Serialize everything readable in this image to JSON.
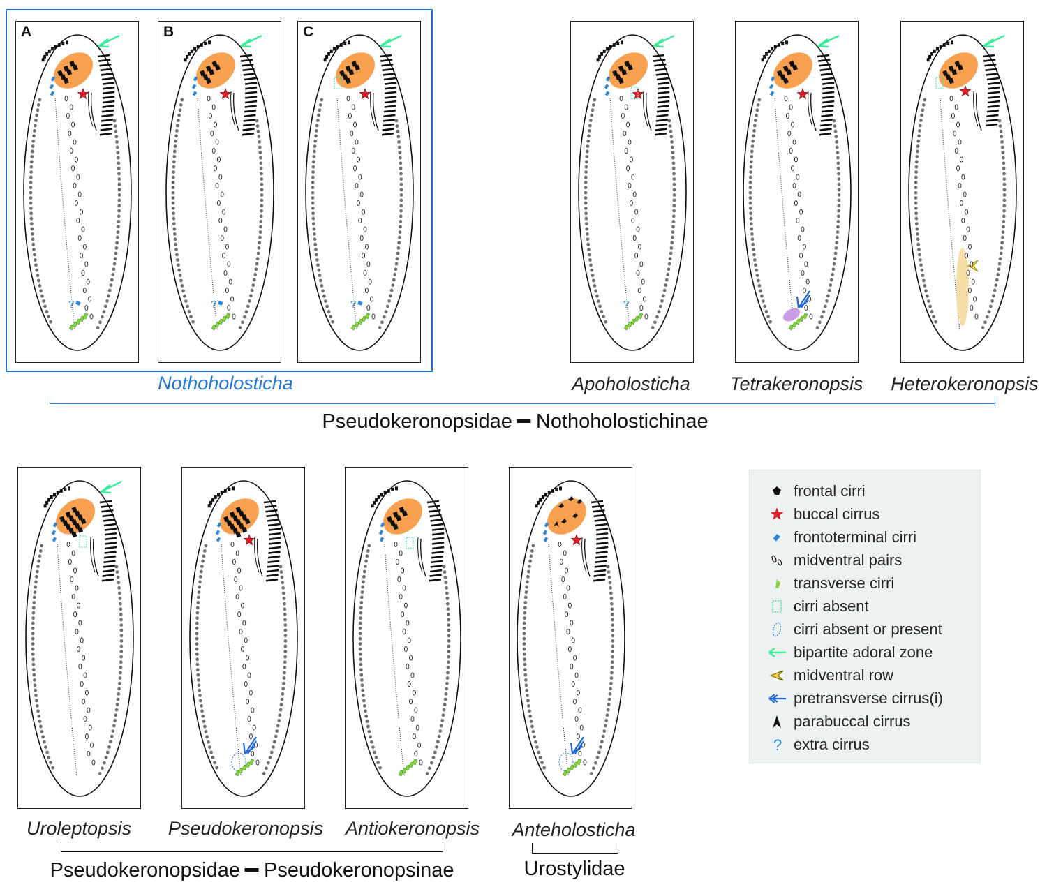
{
  "panels": [
    {
      "id": "A",
      "letter": "A",
      "variant": "A"
    },
    {
      "id": "B",
      "letter": "B",
      "variant": "B"
    },
    {
      "id": "C",
      "letter": "C",
      "variant": "C"
    },
    {
      "id": "apoholosticha",
      "letter": "",
      "variant": "apoholosticha"
    },
    {
      "id": "tetrakeronopsis",
      "letter": "",
      "variant": "tetrakeronopsis"
    },
    {
      "id": "heterokeronopsis",
      "letter": "",
      "variant": "heterokeronopsis"
    },
    {
      "id": "uroleptopsis",
      "letter": "",
      "variant": "uroleptopsis"
    },
    {
      "id": "pseudokeronopsis",
      "letter": "",
      "variant": "pseudokeronopsis"
    },
    {
      "id": "antiokeronopsis",
      "letter": "",
      "variant": "antiokeronopsis"
    },
    {
      "id": "anteholosticha",
      "letter": "",
      "variant": "anteholosticha"
    }
  ],
  "genera": {
    "nothoholosticha": "Nothoholosticha",
    "apoholosticha": "Apoholosticha",
    "tetrakeronopsis": "Tetrakeronopsis",
    "heterokeronopsis": "Heterokeronopsis",
    "uroleptopsis": "Uroleptopsis",
    "pseudokeronopsis": "Pseudokeronopsis",
    "antiokeronopsis": "Antiokeronopsis",
    "anteholosticha": "Anteholosticha"
  },
  "taxa": {
    "top_family": "Pseudokeronopsidae",
    "top_subfamily": "Nothoholostichinae",
    "bottom_family": "Pseudokeronopsidae",
    "bottom_subfamily": "Pseudokeronopsinae",
    "urostylidae": "Urostylidae"
  },
  "legend": [
    {
      "icon": "frontal-cirri-icon",
      "label": "frontal cirri"
    },
    {
      "icon": "buccal-cirrus-star-icon",
      "label": "buccal cirrus"
    },
    {
      "icon": "frontoterminal-cirri-icon",
      "label": "frontoterminal cirri"
    },
    {
      "icon": "midventral-pairs-icon",
      "label": "midventral pairs"
    },
    {
      "icon": "transverse-cirri-icon",
      "label": "transverse cirri"
    },
    {
      "icon": "cirri-absent-box-icon",
      "label": "cirri absent"
    },
    {
      "icon": "cirri-absent-or-present-ellipse-icon",
      "label": "cirri absent or present"
    },
    {
      "icon": "green-arrow-icon",
      "label": "bipartite adoral zone"
    },
    {
      "icon": "yellow-arrowhead-icon",
      "label": "midventral row"
    },
    {
      "icon": "blue-double-arrow-icon",
      "label": "pretransverse cirrus(i)"
    },
    {
      "icon": "parabuccal-cirrus-icon",
      "label": "parabuccal cirrus"
    },
    {
      "icon": "question-mark-icon",
      "label": "extra cirrus"
    }
  ],
  "colors": {
    "frontal_field": "#f7a04f",
    "frontal_cirri": "#111111",
    "buccal_cirrus": "#e0202a",
    "frontoterminal": "#2a86d9",
    "transverse": "#7fd63a",
    "cirri_absent": "#4fe0a0",
    "adoral_arrow": "#3dec9b",
    "midventral_row_highlight": "#f6dfa6",
    "midventral_row_arrow": "#f1d23a",
    "pretransverse": "#1f68d9",
    "purple_highlight": "#c99ce6",
    "marginal_dots": "#6f6f6f",
    "group_box": "#1f6fd6"
  }
}
